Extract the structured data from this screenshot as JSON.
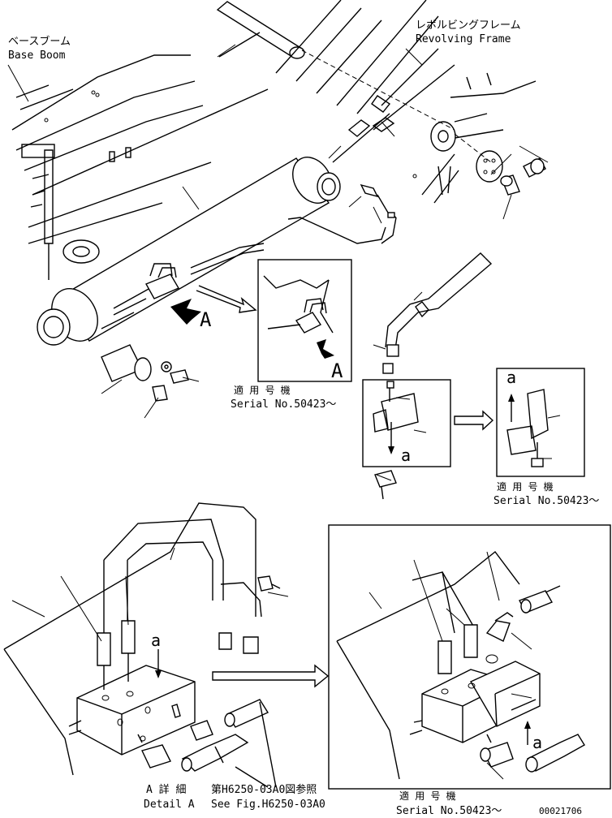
{
  "labels": {
    "base_boom_jp": "ベースブーム",
    "base_boom_en": "Base Boom",
    "revolving_frame_jp": "レボルビングフレーム",
    "revolving_frame_en": "Revolving Frame",
    "serial_jp": "適 用 号 機",
    "serial_en": "Serial No.50423～",
    "view_letter": "A",
    "ref_a": "a",
    "detail_jp": "A 詳 細",
    "detail_en": "Detail A",
    "see_fig_jp": "第H6250-03A0図参照",
    "see_fig_en": "See Fig.H6250-03A0",
    "drawing_number": "00021706"
  }
}
